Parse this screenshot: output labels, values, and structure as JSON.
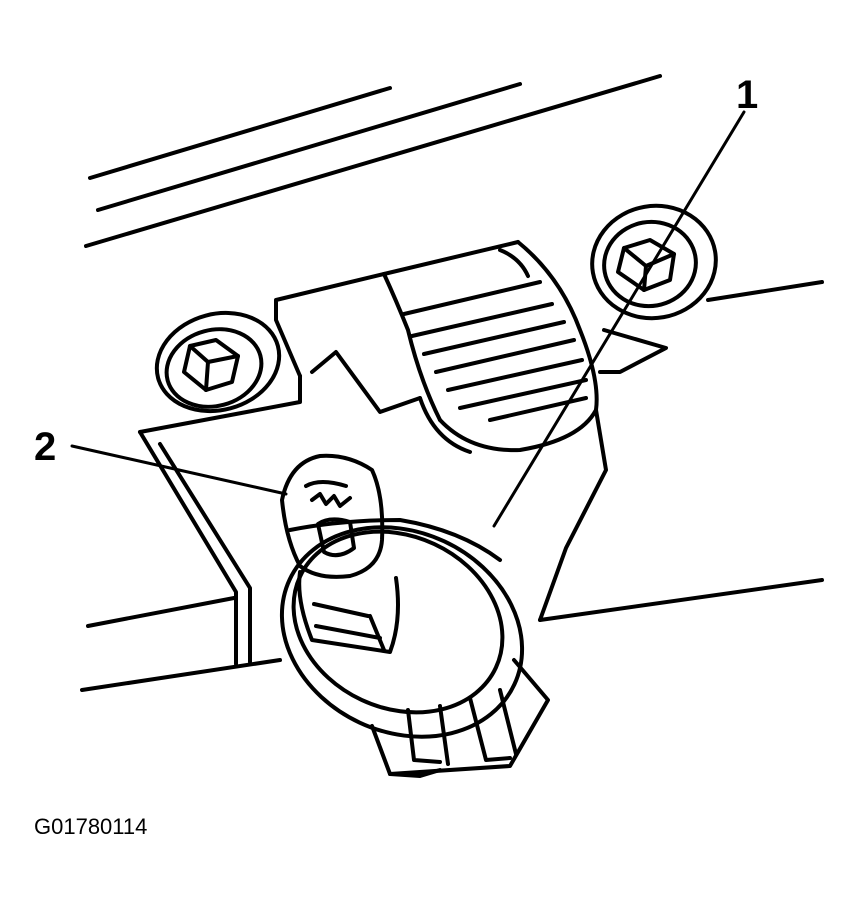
{
  "callouts": [
    {
      "id": "1",
      "label": "1"
    },
    {
      "id": "2",
      "label": "2"
    }
  ],
  "figure_reference": "G01780114",
  "colors": {
    "ink": "#000000",
    "paper": "#ffffff"
  }
}
